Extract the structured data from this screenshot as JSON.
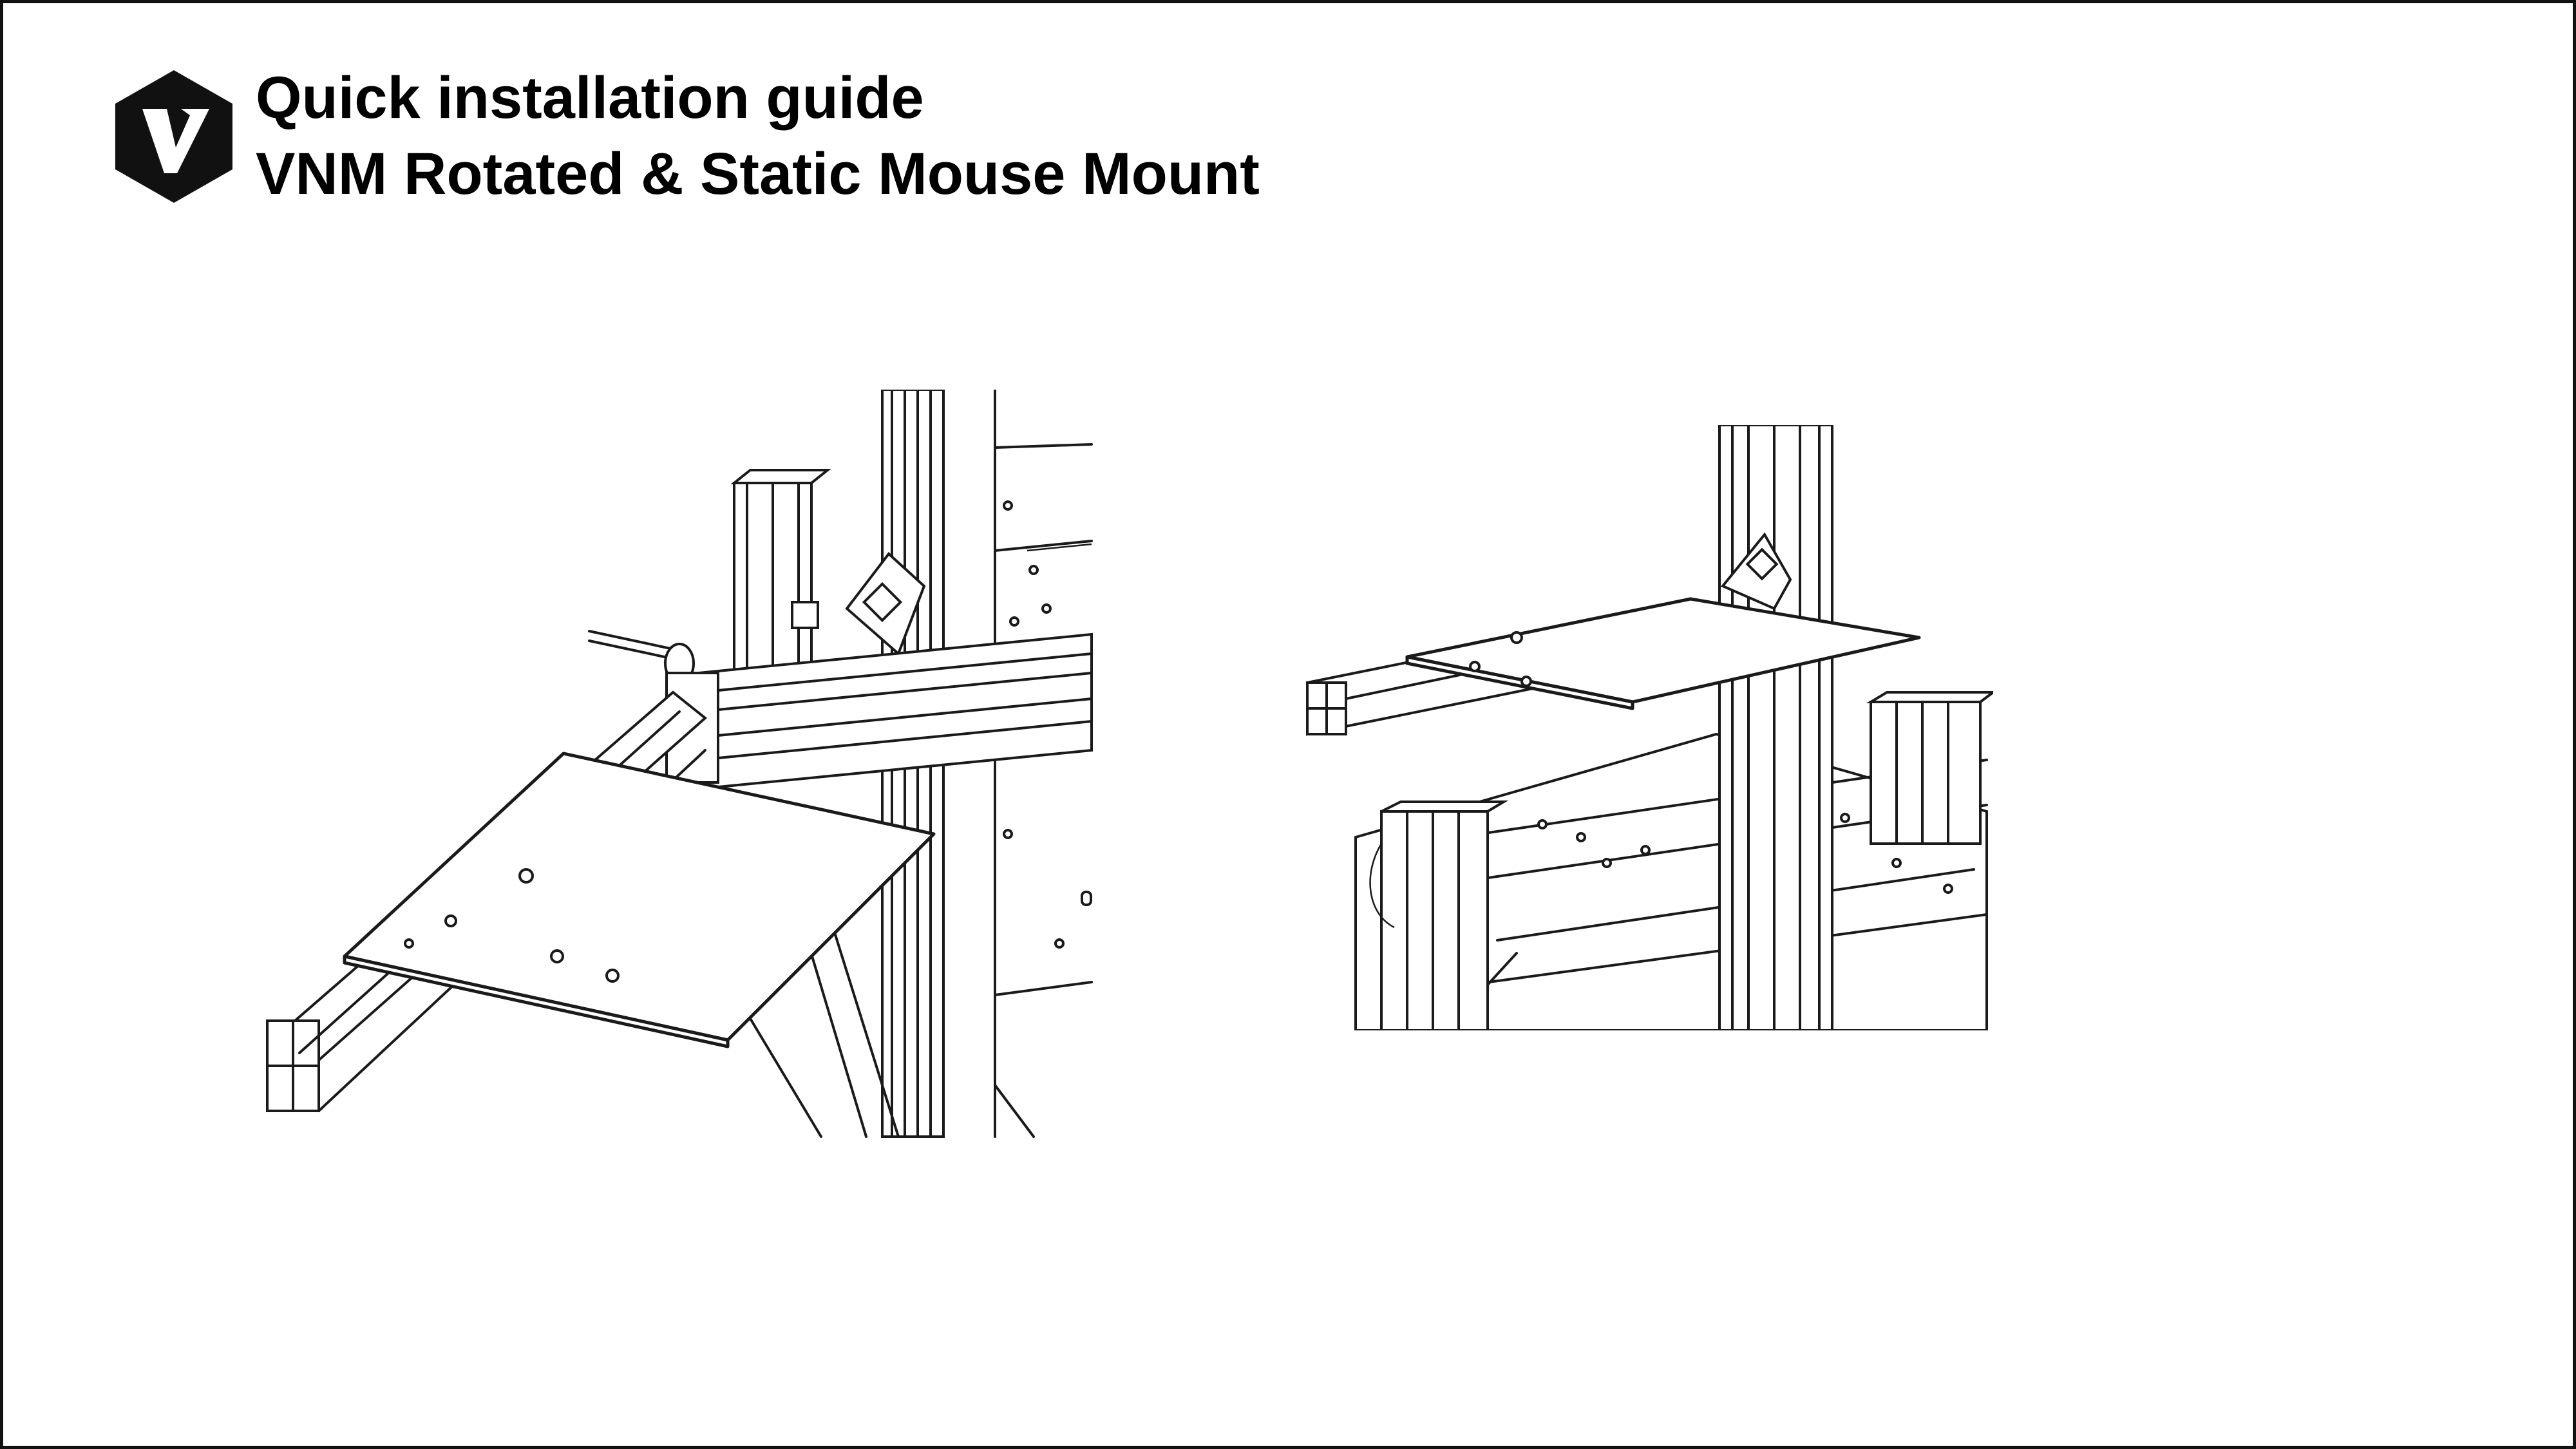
{
  "header": {
    "title_line1": "Quick installation guide",
    "title_line2": "VNM Rotated & Static Mouse Mount"
  },
  "logo": {
    "icon": "vnm-hexagon-logo-icon",
    "letter": "V",
    "color": "#111111"
  },
  "figures": [
    {
      "name": "rotated-mouse-mount-drawing",
      "icon": "line-drawing"
    },
    {
      "name": "static-mouse-mount-drawing",
      "icon": "line-drawing"
    }
  ]
}
